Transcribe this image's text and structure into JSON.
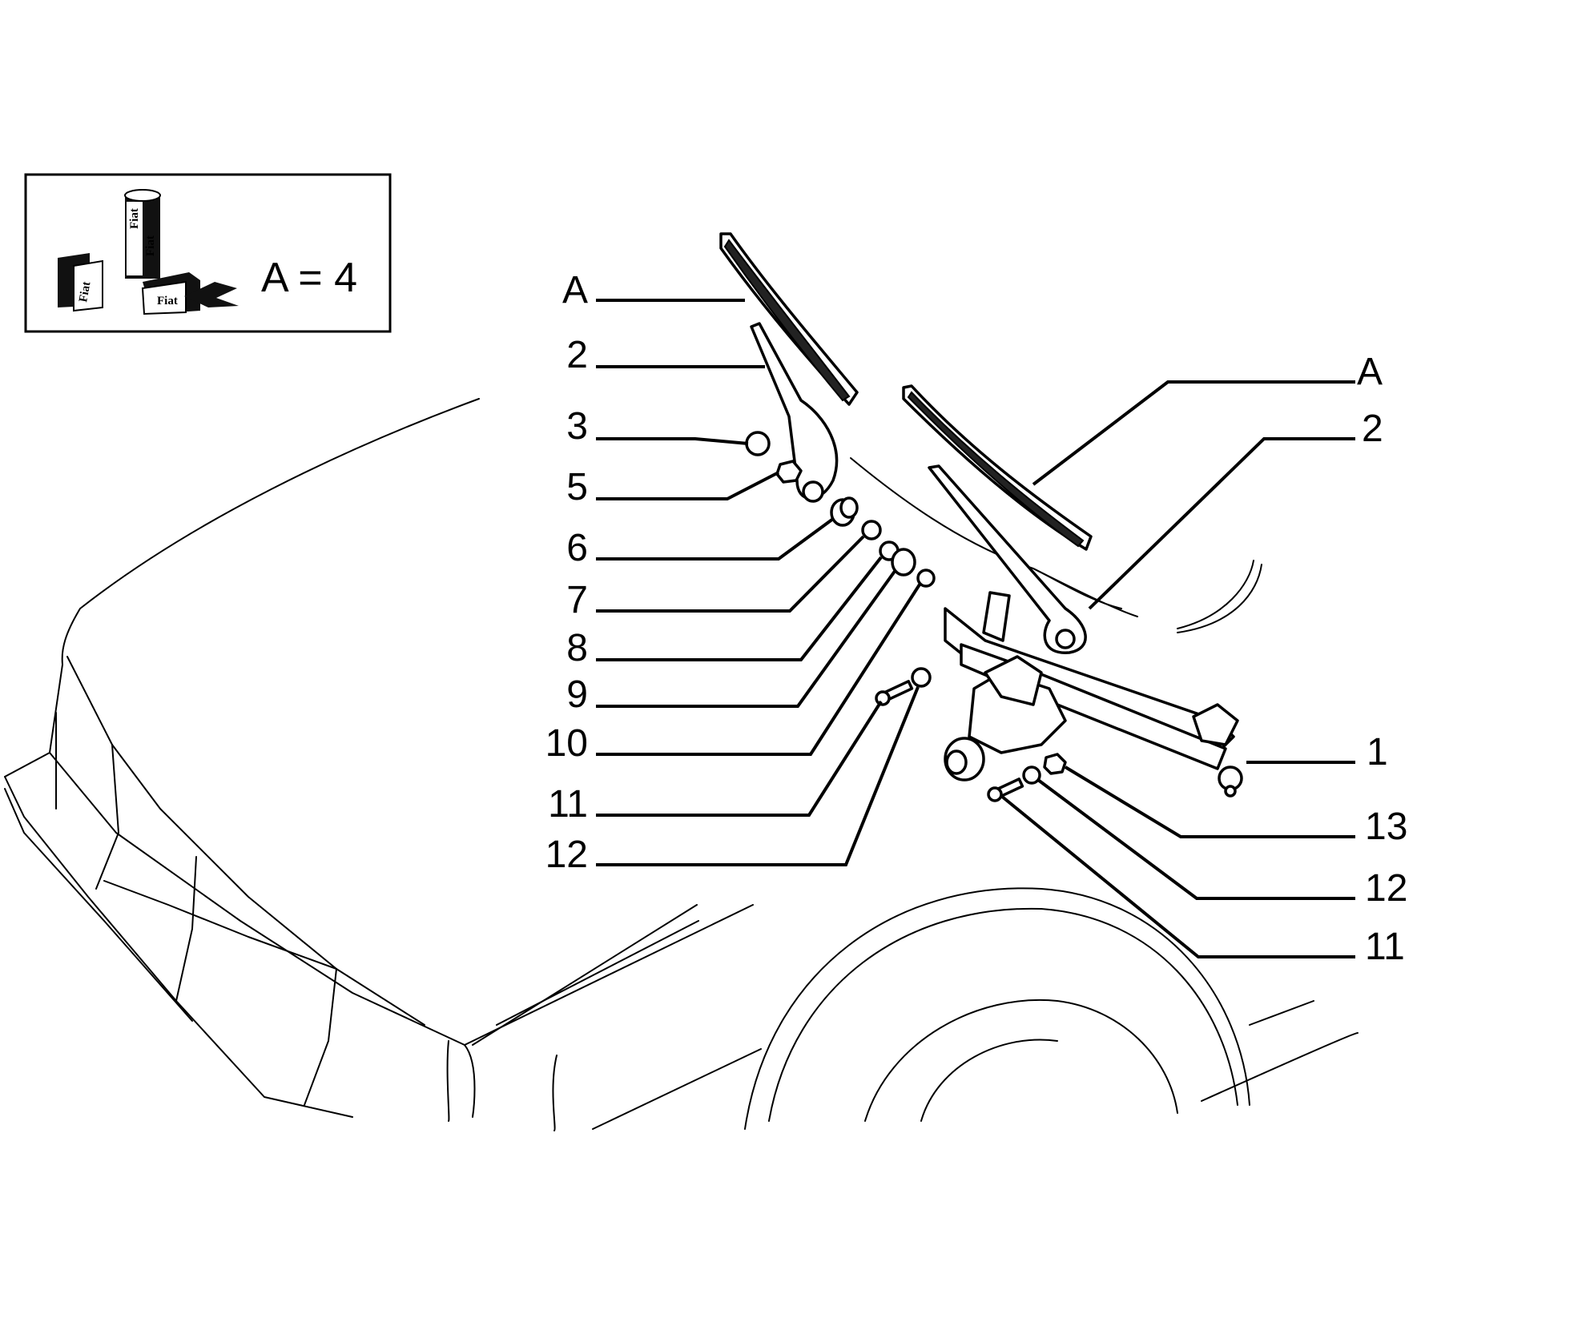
{
  "legend_box": {
    "text": "A = 4",
    "logo_words": [
      "Fiat",
      "Fiat",
      "Fiat",
      "Fiat"
    ]
  },
  "left_labels": [
    "A",
    "2",
    "3",
    "5",
    "6",
    "7",
    "8",
    "9",
    "10",
    "11",
    "12"
  ],
  "right_labels": [
    "A",
    "2",
    "1",
    "13",
    "12",
    "11"
  ],
  "icons": {
    "product_box": "lubricant-product-icon",
    "wiper_blade": "wiper-blade-icon",
    "wiper_arm": "wiper-arm-icon",
    "motor": "wiper-motor-icon",
    "linkage": "wiper-linkage-icon"
  }
}
